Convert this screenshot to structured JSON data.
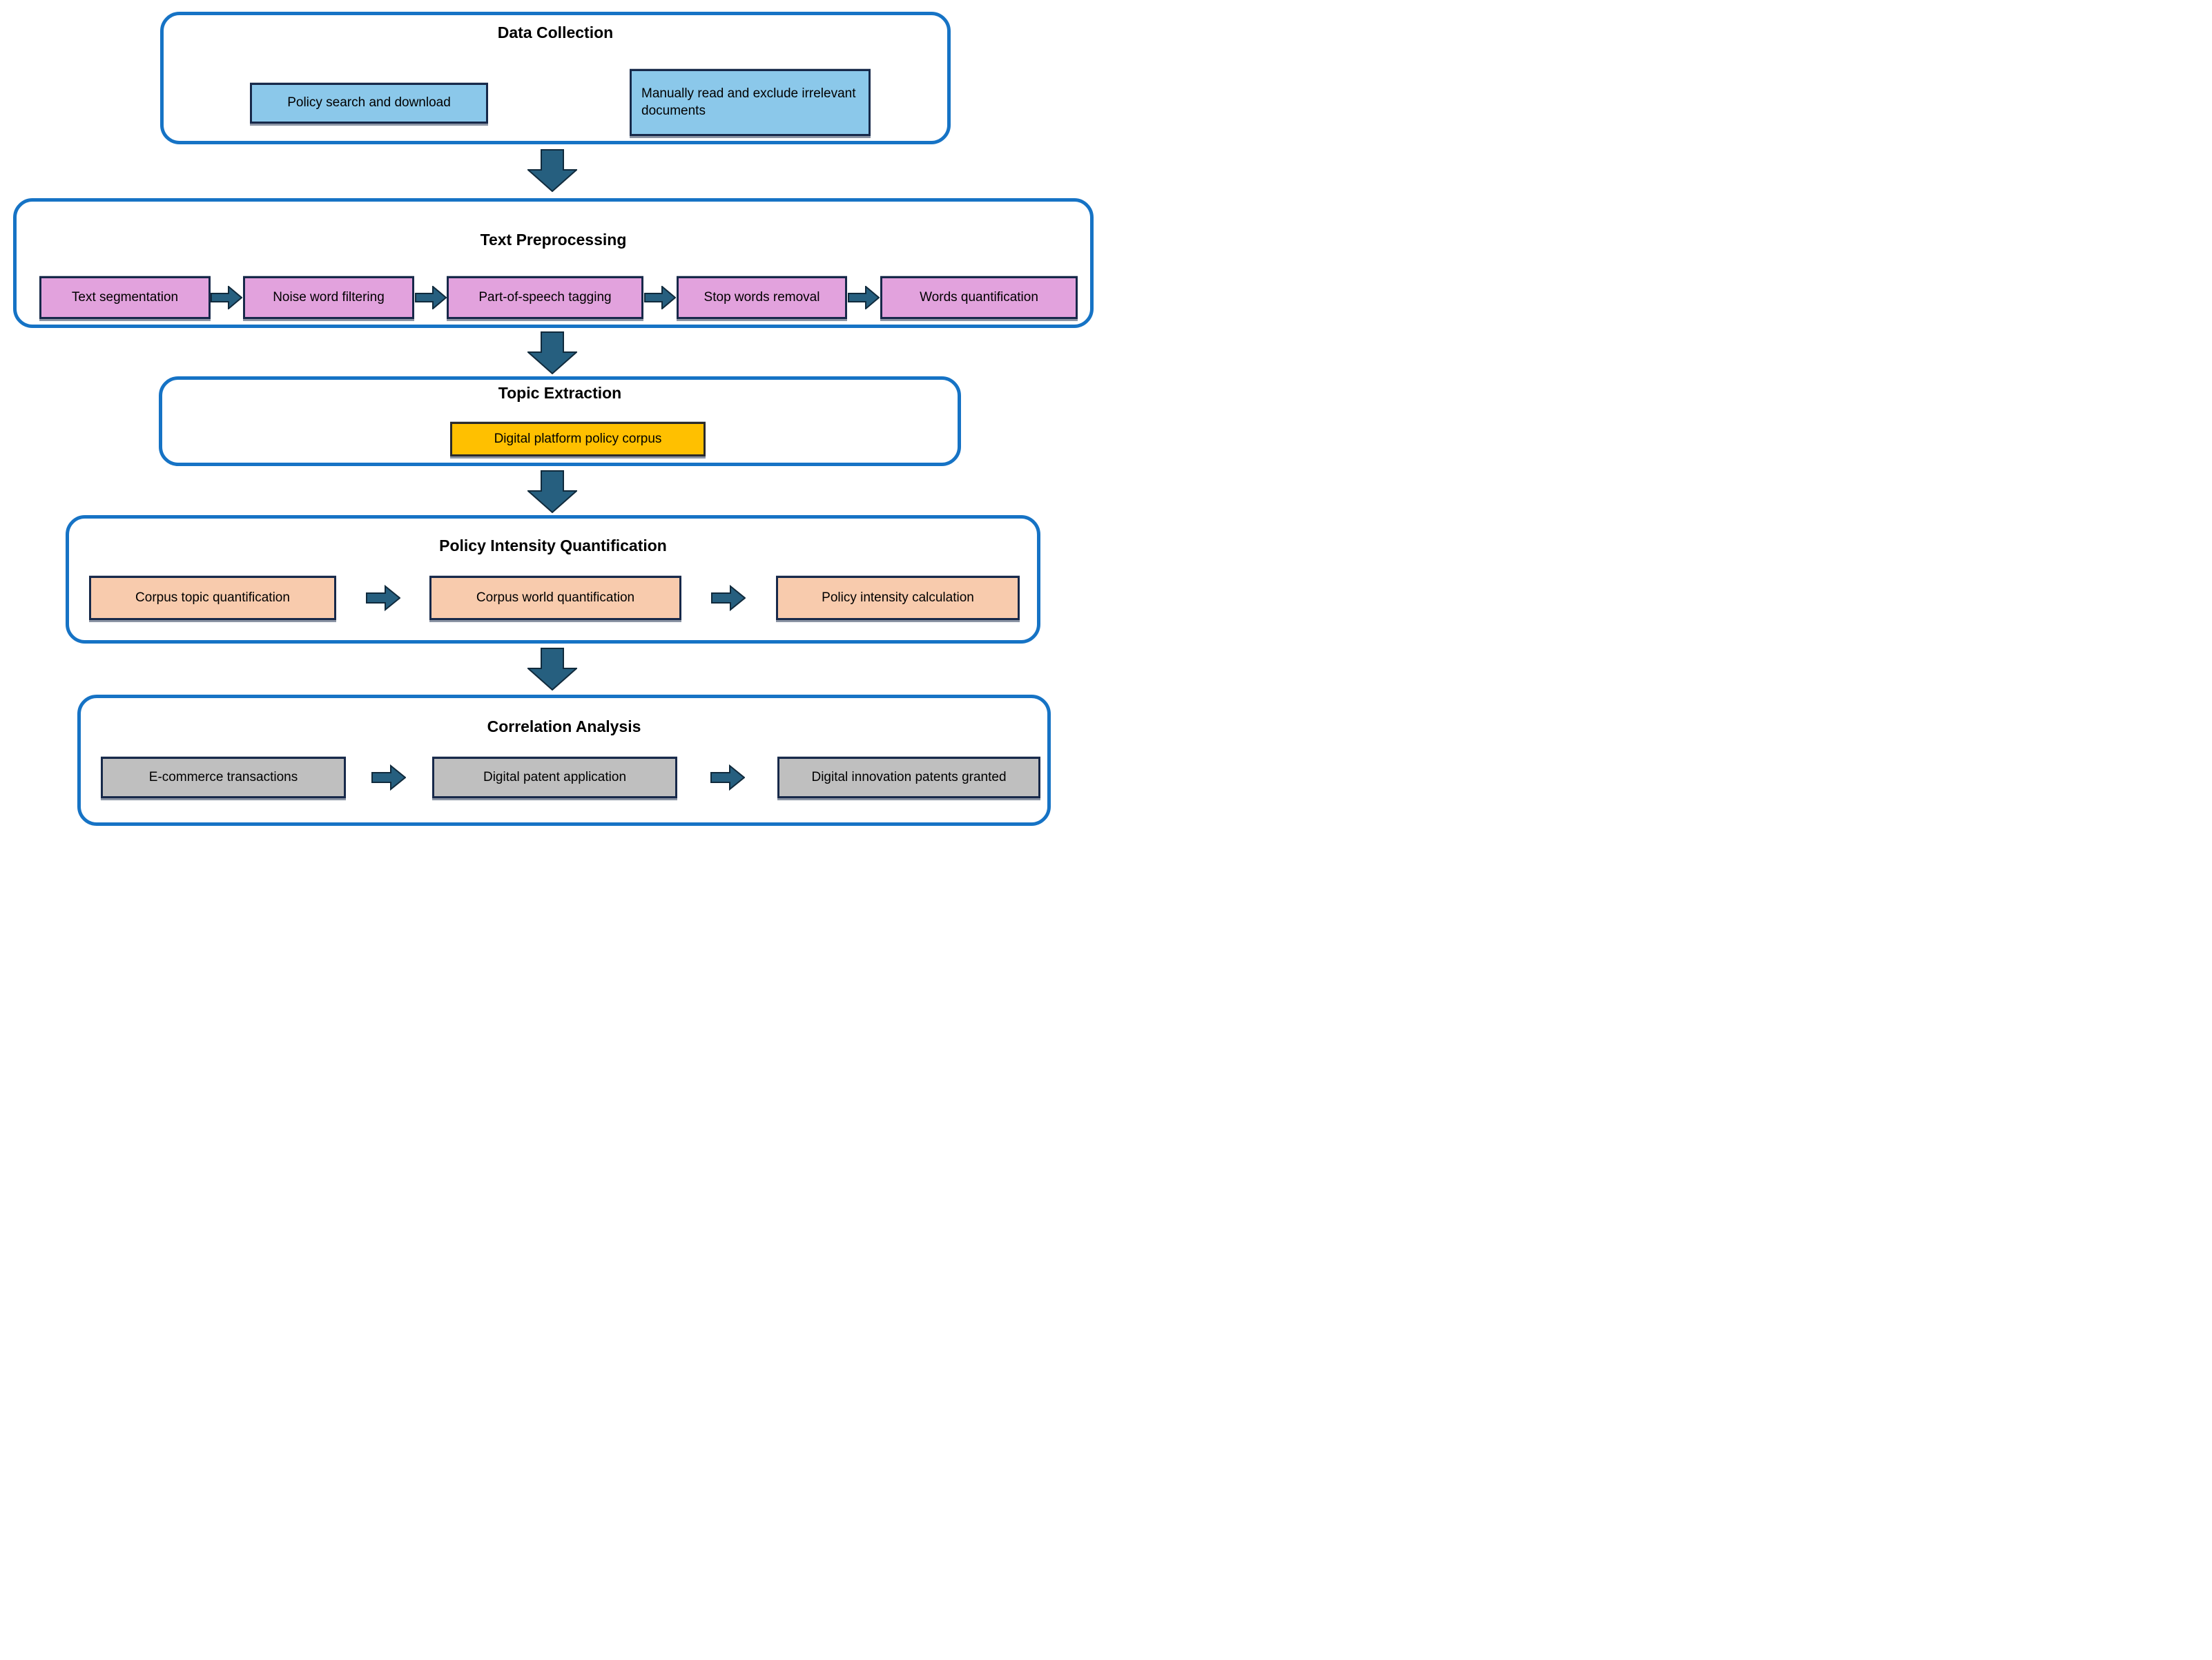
{
  "colors": {
    "stage_border_blue": "#1673C5",
    "arrow_fill_teal": "#265F7F",
    "arrow_outline": "#102A3C",
    "node_border_navy": "#17294A",
    "data_collection_node_blue": "#8BC8EA",
    "preprocessing_node_pink": "#E2A2DD",
    "topic_node_gold": "#FFC000",
    "intensity_node_peach": "#F8CBAD",
    "correlation_node_gray": "#BFBFBF",
    "text": "#000000"
  },
  "stages": [
    {
      "title": "Data Collection",
      "boxes": [
        {
          "label": "Policy search and download"
        },
        {
          "label": "Manually read and exclude irrelevant documents"
        }
      ]
    },
    {
      "title": "Text Preprocessing",
      "boxes": [
        {
          "label": "Text segmentation"
        },
        {
          "label": "Noise word filtering"
        },
        {
          "label": "Part-of-speech tagging"
        },
        {
          "label": "Stop words removal"
        },
        {
          "label": "Words quantification"
        }
      ]
    },
    {
      "title": "Topic Extraction",
      "boxes": [
        {
          "label": "Digital platform policy corpus"
        }
      ]
    },
    {
      "title": "Policy Intensity Quantification",
      "boxes": [
        {
          "label": "Corpus topic quantification"
        },
        {
          "label": "Corpus world quantification"
        },
        {
          "label": "Policy intensity calculation"
        }
      ]
    },
    {
      "title": "Correlation Analysis",
      "boxes": [
        {
          "label": "E-commerce transactions"
        },
        {
          "label": "Digital patent application"
        },
        {
          "label": "Digital innovation patents granted"
        }
      ]
    }
  ]
}
